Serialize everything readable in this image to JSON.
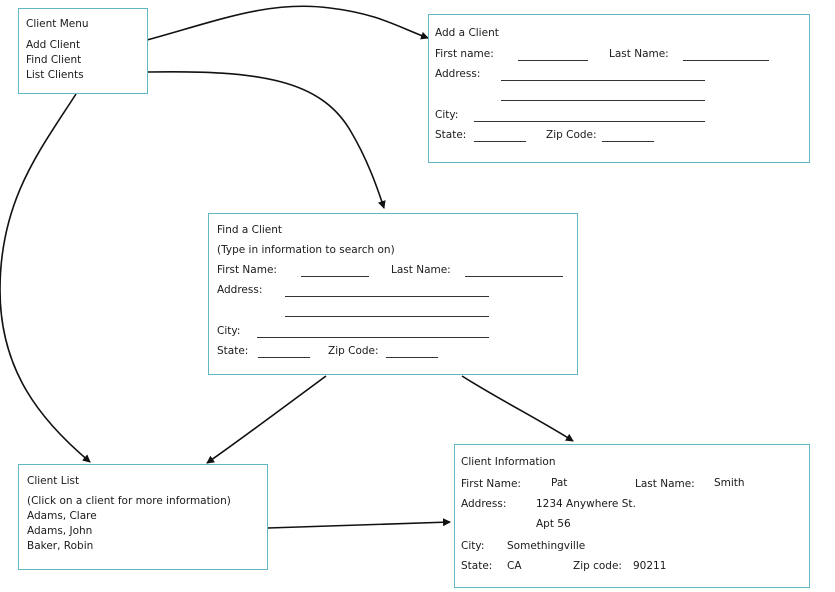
{
  "client_menu": {
    "title": "Client Menu",
    "items": [
      "Add Client",
      "Find Client",
      "List Clients"
    ]
  },
  "add_client": {
    "title": "Add a Client",
    "first_name_label": "First name:",
    "last_name_label": "Last Name:",
    "address_label": "Address:",
    "city_label": "City:",
    "state_label": "State:",
    "zip_label": "Zip Code:"
  },
  "find_client": {
    "title": "Find a Client",
    "instruction": "(Type in information to search on)",
    "first_name_label": "First Name:",
    "last_name_label": "Last Name:",
    "address_label": "Address:",
    "city_label": "City:",
    "state_label": "State:",
    "zip_label": "Zip Code:"
  },
  "client_list": {
    "title": "Client List",
    "instruction": "(Click on a client for more information)",
    "clients": [
      "Adams, Clare",
      "Adams, John",
      "Baker, Robin"
    ]
  },
  "client_info": {
    "title": "Client Information",
    "first_name_label": "First Name:",
    "first_name_value": "Pat",
    "last_name_label": "Last Name:",
    "last_name_value": "Smith",
    "address_label": "Address:",
    "address_line1": "1234 Anywhere St.",
    "address_line2": "Apt 56",
    "city_label": "City:",
    "city_value": "Somethingville",
    "state_label": "State:",
    "state_value": "CA",
    "zip_label": "Zip code:",
    "zip_value": "90211"
  },
  "colors": {
    "box_border": "#5fb8c4",
    "arrow": "#111111"
  }
}
